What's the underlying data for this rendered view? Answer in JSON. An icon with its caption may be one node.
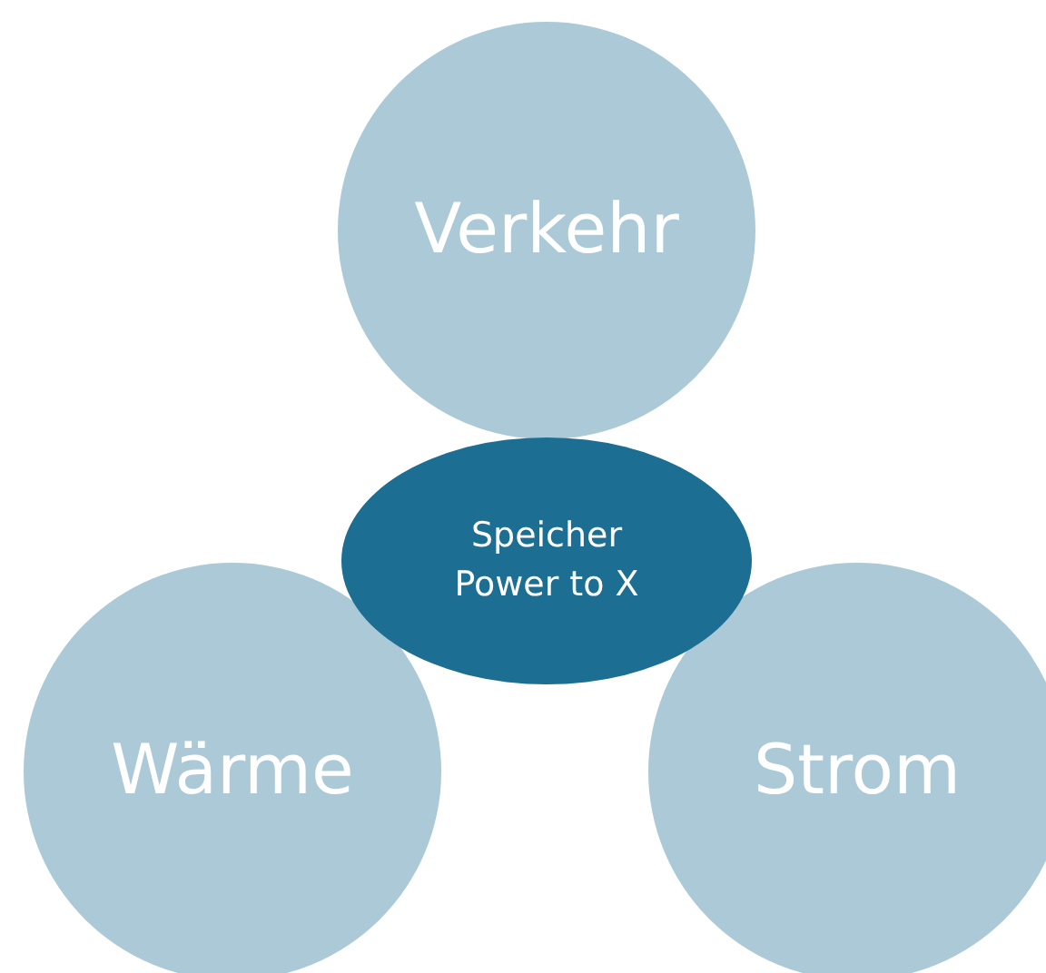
{
  "diagram": {
    "nodes": [
      {
        "text": [
          "Verkehr"
        ]
      },
      {
        "text": [
          "Speicher Power to X"
        ]
      },
      {
        "text": [
          "Wärme"
        ]
      },
      {
        "text": [
          "Strom"
        ]
      }
    ]
  }
}
